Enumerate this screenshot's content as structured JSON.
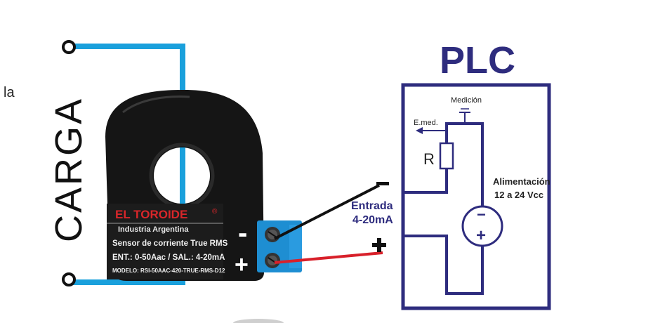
{
  "fragment_text": "la",
  "load_label": "CARGA",
  "sensor": {
    "brand": "EL TOROIDE",
    "registered": "®",
    "company": "Industria Argentina",
    "line1": "Sensor de corriente True RMS",
    "line2": "ENT.: 0-50Aac / SAL.: 4-20mA",
    "line3": "MODELO: RSI-50AAC-420-TRUE-RMS-D12",
    "terminal_minus": "-",
    "terminal_plus": "+"
  },
  "plc": {
    "title": "PLC",
    "medicion": "Medición",
    "emed": "E.med.",
    "resistor": "R",
    "alim_line1": "Alimentación",
    "alim_line2": "12 a 24 Vcc",
    "source_minus": "−",
    "source_plus": "+"
  },
  "input": {
    "label_line1": "Entrada",
    "label_line2": "4-20mA",
    "minus": "−",
    "plus": "+"
  },
  "colors": {
    "plc_navy": "#2e2c7e",
    "wire_blue": "#1aa0dc",
    "wire_red": "#d8202a",
    "sensor_black": "#151515",
    "brand_red": "#d8262a"
  }
}
